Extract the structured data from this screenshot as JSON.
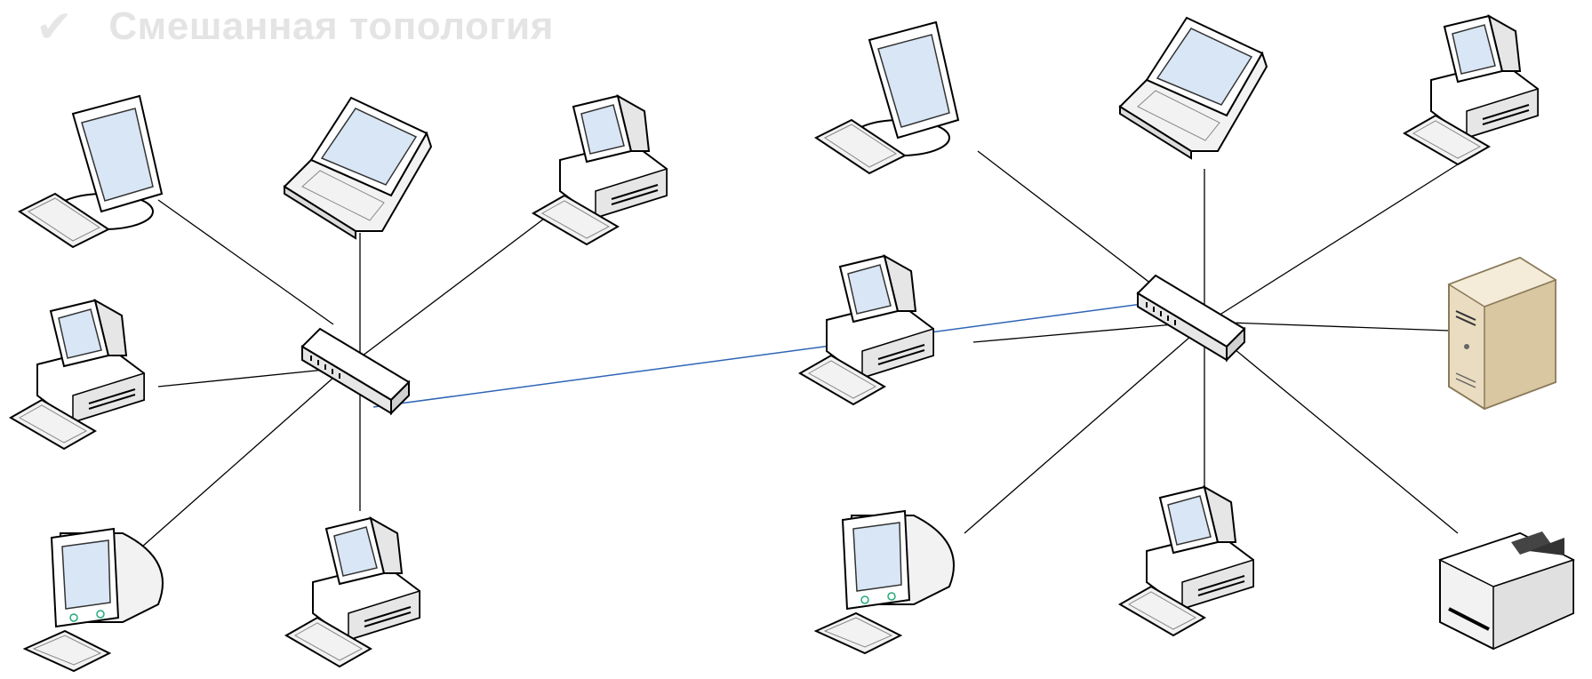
{
  "title": {
    "check_icon": "✔",
    "text": "Смешанная топология"
  },
  "colors": {
    "title": "#e4e4e4",
    "link_line": "#000000",
    "backbone_line": "#2e64b5",
    "screen": "#d8e6f5",
    "case": "#ffffff",
    "server": "#e9dcc0"
  },
  "networks": [
    {
      "name": "star-network-left",
      "hub": "switch",
      "devices": [
        "monitor-keyboard",
        "laptop",
        "desktop-computer",
        "desktop-computer",
        "crt-monitor-keyboard",
        "desktop-computer"
      ]
    },
    {
      "name": "star-network-right",
      "hub": "switch",
      "devices": [
        "monitor-keyboard",
        "laptop",
        "desktop-computer",
        "desktop-computer",
        "server",
        "crt-monitor-keyboard",
        "desktop-computer",
        "printer"
      ]
    }
  ],
  "backbone": {
    "from": "star-network-left",
    "to": "star-network-right",
    "type": "link"
  }
}
